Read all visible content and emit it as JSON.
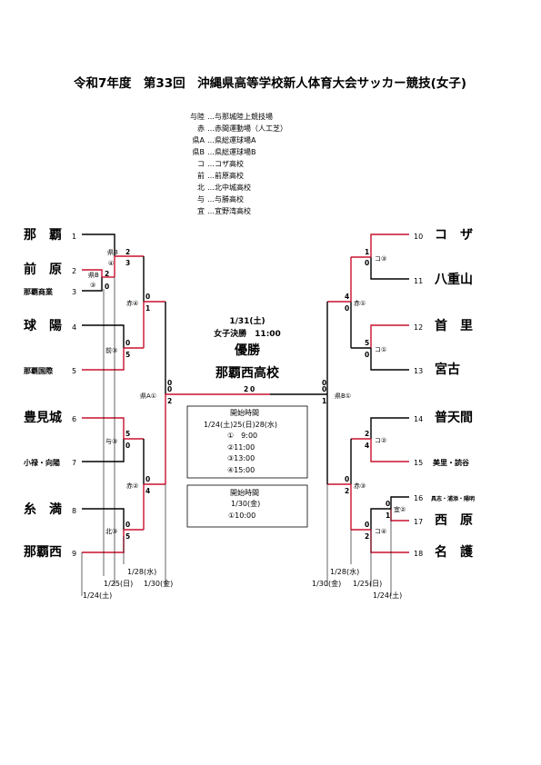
{
  "title": "令和7年度　第33回　沖縄県高等学校新人体育大会サッカー競技(女子)",
  "legend": [
    {
      "code": "与陸",
      "name": "…与那城陸上競技場"
    },
    {
      "code": "赤",
      "name": "…赤間運動場（人工芝）"
    },
    {
      "code": "県A",
      "name": "…県総運球場A"
    },
    {
      "code": "県B",
      "name": "…県総運球場B"
    },
    {
      "code": "コ",
      "name": "…コザ高校"
    },
    {
      "code": "前",
      "name": "…前原高校"
    },
    {
      "code": "北",
      "name": "…北中城高校"
    },
    {
      "code": "与",
      "name": "…与勝高校"
    },
    {
      "code": "宜",
      "name": "…宜野湾高校"
    }
  ],
  "teams_left": [
    {
      "seed": "1",
      "name": "那　覇"
    },
    {
      "seed": "2",
      "name": "前　原"
    },
    {
      "seed": "3",
      "name": "那覇商業"
    },
    {
      "seed": "4",
      "name": "球　陽"
    },
    {
      "seed": "5",
      "name": "那覇国際"
    },
    {
      "seed": "6",
      "name": "豊見城"
    },
    {
      "seed": "7",
      "name": "小禄・向陽"
    },
    {
      "seed": "8",
      "name": "糸　満"
    },
    {
      "seed": "9",
      "name": "那覇西"
    }
  ],
  "teams_right": [
    {
      "seed": "10",
      "name": "コ　ザ"
    },
    {
      "seed": "11",
      "name": "八重山"
    },
    {
      "seed": "12",
      "name": "首　里"
    },
    {
      "seed": "13",
      "name": "宮古"
    },
    {
      "seed": "14",
      "name": "普天間"
    },
    {
      "seed": "15",
      "name": "美里・読谷"
    },
    {
      "seed": "16",
      "name": "具志・浦添・陽明"
    },
    {
      "seed": "17",
      "name": "西　原"
    },
    {
      "seed": "18",
      "name": "名　護"
    }
  ],
  "venues": {
    "l_r0": "県B",
    "l_r0_num": "④",
    "l_r0b": "県B",
    "l_r0b_num": "③",
    "l_m1": "赤④",
    "l_m2": "前③",
    "l_m3": "与③",
    "l_m4": "北③",
    "l_m5": "赤②",
    "l_sf": "県A①",
    "r_m1": "コ③",
    "r_m2": "コ①",
    "r_m3": "コ②",
    "r_m4_a": "宜②",
    "r_m4_b": "コ④",
    "r_qf1": "赤①",
    "r_qf2": "赤③",
    "r_sf": "県B①"
  },
  "scores": {
    "l_r0_top": "2",
    "l_r0_bot": "0",
    "l_m1_top": "2",
    "l_m1_bot": "3",
    "l_m2_top": "0",
    "l_m2_bot": "5",
    "l_m3_top": "5",
    "l_m3_bot": "0",
    "l_m4_top": "0",
    "l_m4_bot": "5",
    "l_qf1_top": "0",
    "l_qf1_bot": "1",
    "l_qf2_top": "0",
    "l_qf2_bot": "4",
    "l_sf_top": "0",
    "l_sf_bot": "2",
    "r_m1_top": "1",
    "r_m1_bot": "0",
    "r_m2_top": "5",
    "r_m2_bot": "0",
    "r_m3_top": "2",
    "r_m3_bot": "4",
    "r_m4a_top": "0",
    "r_m4a_bot": "1",
    "r_m4b_top": "0",
    "r_m4b_bot": "2",
    "r_qf1_top": "4",
    "r_qf1_bot": "0",
    "r_qf2_top": "0",
    "r_qf2_bot": "2",
    "r_sf_top": "0",
    "r_sf_bot": "1",
    "final_left": "2",
    "final_right": "0",
    "final_left_outer": "0",
    "final_right_outer": "0"
  },
  "final": {
    "date": "1/31(土)",
    "label": "女子決勝　11:00",
    "champion_label": "優勝",
    "champion": "那覇西高校"
  },
  "schedule_box1": {
    "heading": "開始時間",
    "dates": "1/24(土)25(日)28(水)",
    "times": [
      "①　9:00",
      "②11:00",
      "③13:00",
      "④15:00"
    ]
  },
  "schedule_box2": {
    "heading": "開始時間",
    "date": "1/30(金)",
    "time": "①10:00"
  },
  "round_dates_left": [
    "1/28(水)",
    "1/25(日)",
    "1/30(金)",
    "1/24(土)"
  ],
  "round_dates_right": [
    "1/28(水)",
    "1/30(金)",
    "1/25(日)",
    "1/24(土)"
  ],
  "colors": {
    "win_line": "#c8102e",
    "line": "#000000"
  }
}
